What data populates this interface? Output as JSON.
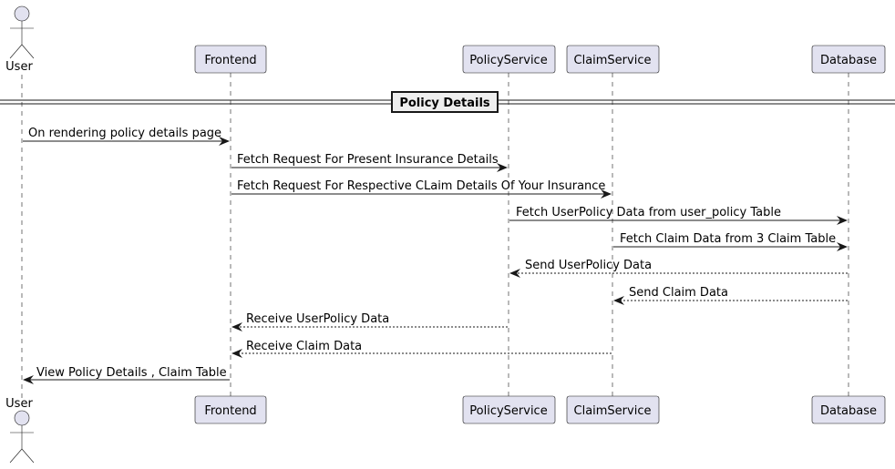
{
  "participants": [
    {
      "id": "user",
      "label": "User",
      "kind": "actor"
    },
    {
      "id": "frontend",
      "label": "Frontend",
      "kind": "participant"
    },
    {
      "id": "policy",
      "label": "PolicyService",
      "kind": "participant"
    },
    {
      "id": "claim",
      "label": "ClaimService",
      "kind": "participant"
    },
    {
      "id": "db",
      "label": "Database",
      "kind": "participant"
    }
  ],
  "separator": {
    "label": "Policy Details"
  },
  "messages": [
    {
      "from": "user",
      "to": "frontend",
      "label": "On rendering policy details page",
      "style": "solid"
    },
    {
      "from": "frontend",
      "to": "policy",
      "label": "Fetch Request For Present Insurance Details",
      "style": "solid"
    },
    {
      "from": "frontend",
      "to": "claim",
      "label": "Fetch Request For Respective CLaim Details Of Your Insurance",
      "style": "solid"
    },
    {
      "from": "policy",
      "to": "db",
      "label": "Fetch UserPolicy Data from user_policy Table",
      "style": "solid"
    },
    {
      "from": "claim",
      "to": "db",
      "label": "Fetch Claim Data from 3 Claim Table",
      "style": "solid"
    },
    {
      "from": "db",
      "to": "policy",
      "label": "Send UserPolicy Data",
      "style": "dashed"
    },
    {
      "from": "db",
      "to": "claim",
      "label": "Send Claim Data",
      "style": "dashed"
    },
    {
      "from": "policy",
      "to": "frontend",
      "label": "Receive UserPolicy Data",
      "style": "dashed"
    },
    {
      "from": "claim",
      "to": "frontend",
      "label": "Receive Claim Data",
      "style": "dashed"
    },
    {
      "from": "frontend",
      "to": "user",
      "label": "View Policy Details , Claim Table",
      "style": "solid"
    }
  ]
}
